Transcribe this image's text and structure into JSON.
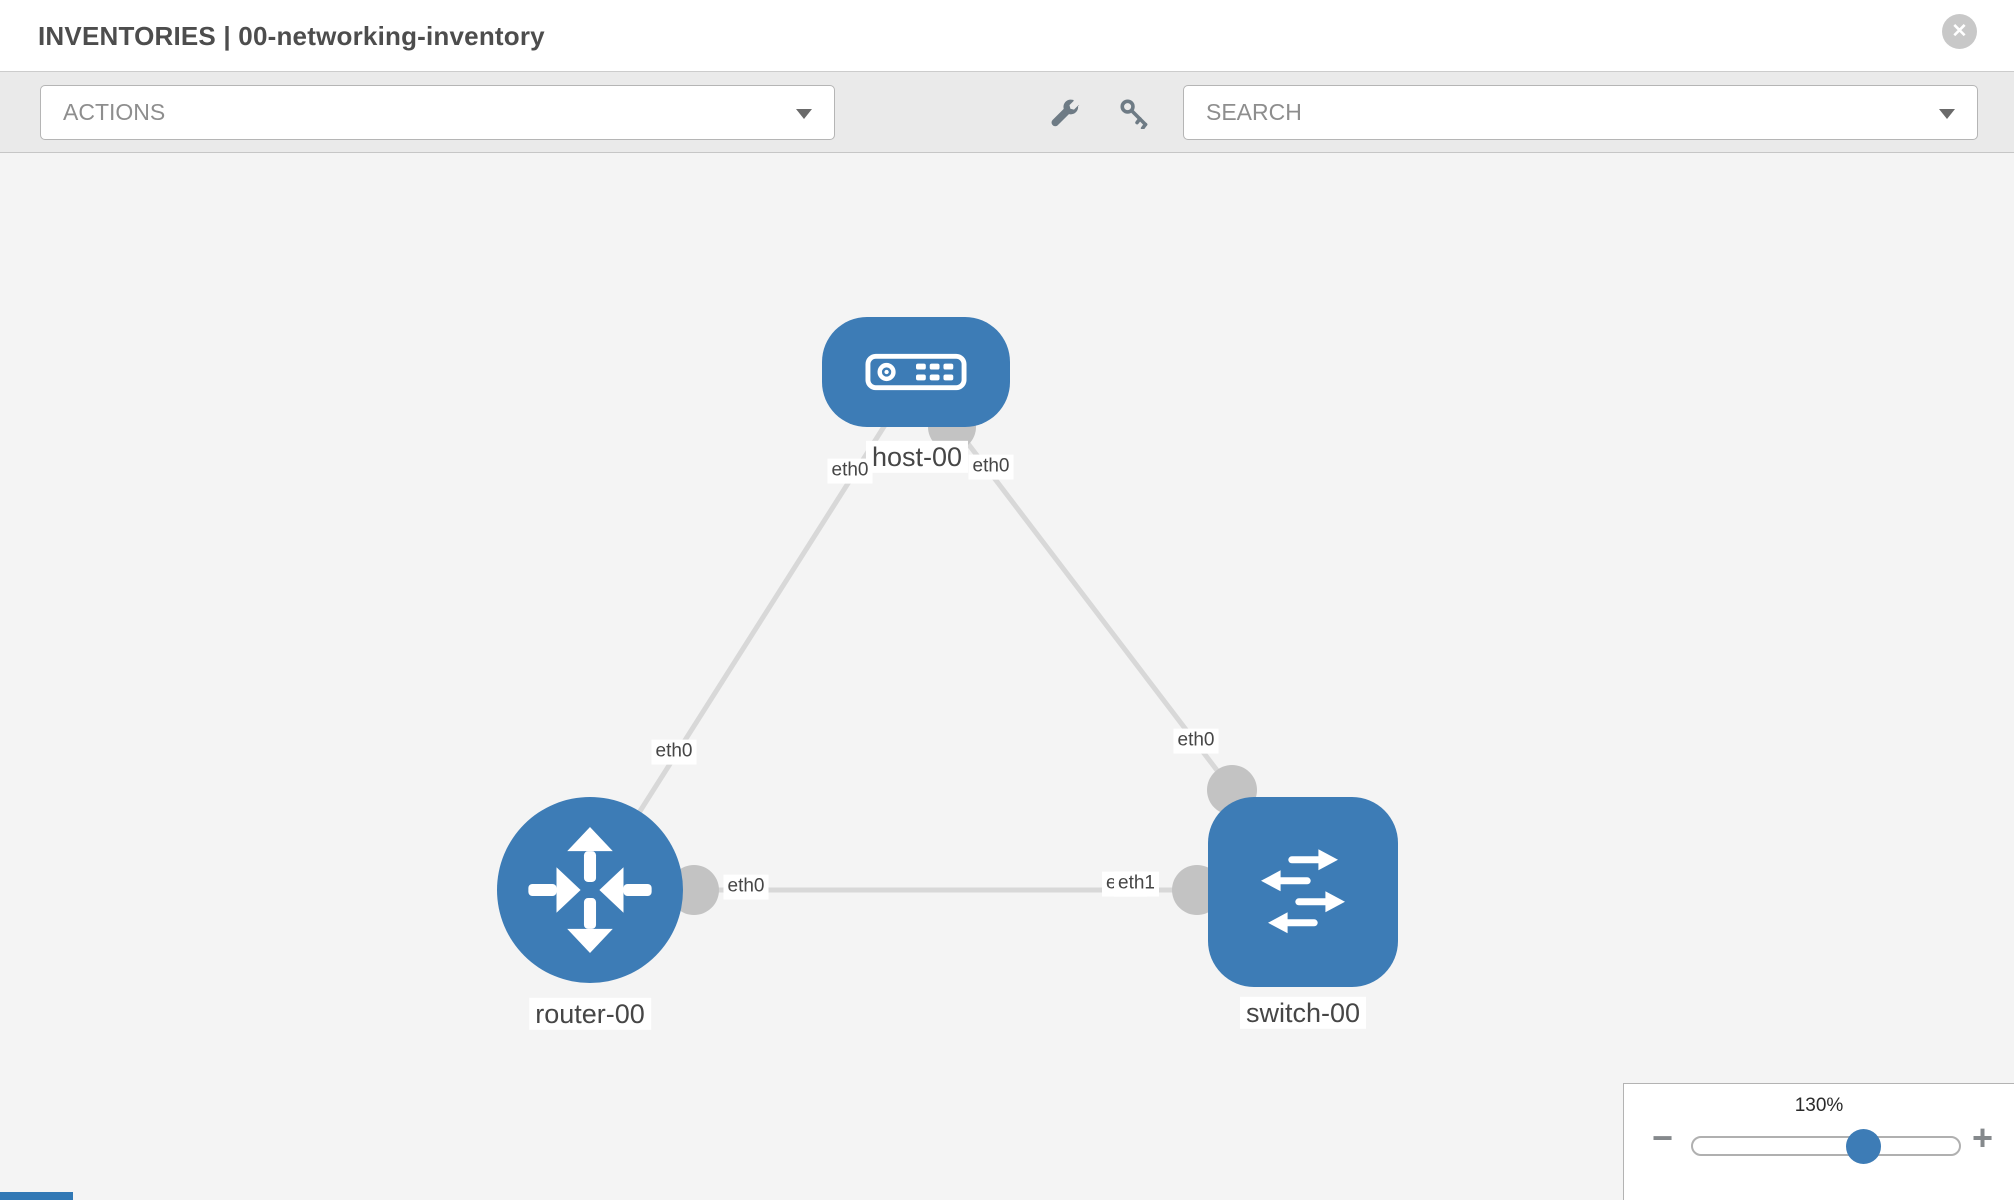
{
  "header": {
    "title": "INVENTORIES | 00-networking-inventory",
    "close_glyph": "✕"
  },
  "toolbar": {
    "actions_label": "ACTIONS",
    "search_label": "SEARCH",
    "icons": [
      "wrench-icon",
      "key-icon"
    ]
  },
  "diagram": {
    "nodes": [
      {
        "id": "host-00",
        "label": "host-00",
        "type": "host"
      },
      {
        "id": "router-00",
        "label": "router-00",
        "type": "router"
      },
      {
        "id": "switch-00",
        "label": "switch-00",
        "type": "switch"
      }
    ],
    "links": [
      {
        "from": "router-00",
        "from_if": "eth0",
        "to": "host-00",
        "to_if": "eth0"
      },
      {
        "from": "host-00",
        "from_if": "eth0",
        "to": "switch-00",
        "to_if": "eth0"
      },
      {
        "from": "router-00",
        "from_if": "eth0",
        "to": "switch-00",
        "to_if": "eth1"
      }
    ],
    "overlapped_label": "eth0"
  },
  "zoom_control": {
    "percent": "130%",
    "level_percent": 130,
    "minus_glyph": "−",
    "plus_glyph": "+"
  },
  "colors": {
    "node_blue": "#3d7cb6",
    "link_gray": "#d8d8d8",
    "interface_dot_gray": "#c3c3c3",
    "toolbar_bg": "#eaeaea",
    "canvas_bg": "#f4f4f4",
    "label_text": "#464646"
  }
}
